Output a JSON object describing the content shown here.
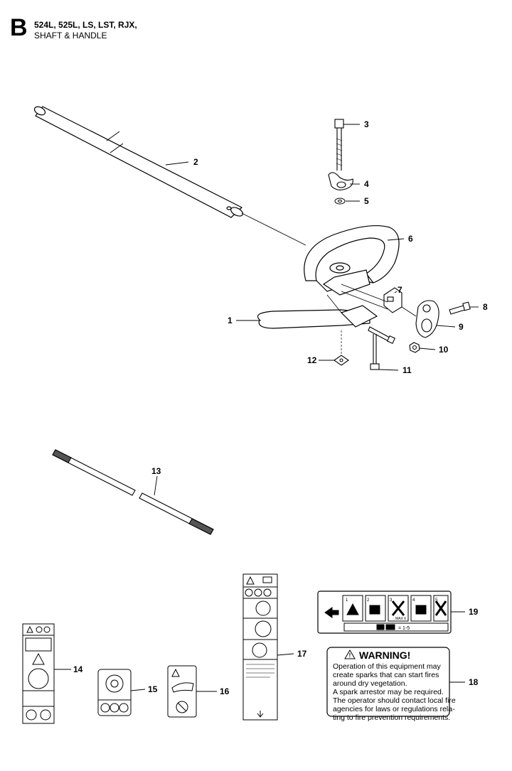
{
  "header": {
    "section_letter": "B",
    "models": "524L, 525L, LS, LST, RJX,",
    "title": "SHAFT & HANDLE"
  },
  "callouts": {
    "c1": "1",
    "c2": "2",
    "c3": "3",
    "c4": "4",
    "c5": "5",
    "c6": "6",
    "c7": "7",
    "c8": "8",
    "c9": "9",
    "c10": "10",
    "c11": "11",
    "c12": "12",
    "c13": "13",
    "c14": "14",
    "c15": "15",
    "c16": "16",
    "c17": "17",
    "c18": "18",
    "c19": "19"
  },
  "decal_19": {
    "steps": [
      "1",
      "2",
      "3",
      "4",
      "5"
    ],
    "choke_label": "MAX 6",
    "footer": "= 1-5"
  },
  "warning_decal": {
    "title": "WARNING!",
    "lines": [
      "Operation of this equipment may",
      "create sparks that can start fires",
      "around dry vegetation.",
      "A spark arrestor may be required.",
      "The operator should contact local fire",
      "agencies for laws or regulations rela-",
      "ting to fire prevention requirements."
    ]
  },
  "colors": {
    "ink": "#000000",
    "paper": "#ffffff",
    "shade": "#d9d9d9"
  }
}
